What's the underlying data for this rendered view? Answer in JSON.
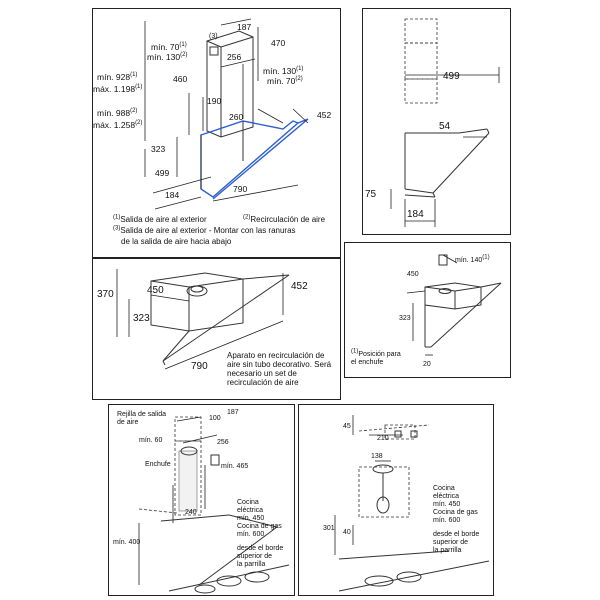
{
  "panel_main": {
    "dims": {
      "d187": "187",
      "d256": "256",
      "d470": "470",
      "d3": "(3)",
      "min70": "mín. 70",
      "min70_sup": "(1)",
      "min130": "mín. 130",
      "min130_sup": "(2)",
      "min928": "mín. 928",
      "min928_sup": "(1)",
      "max1198": "máx. 1.198",
      "max1198_sup": "(1)",
      "d460": "460",
      "d190": "190",
      "min130b": "mín. 130",
      "min130b_sup": "(1)",
      "min70b": "mín. 70",
      "min70b_sup": "(2)",
      "min988": "mín. 988",
      "min988_sup": "(2)",
      "max1258": "máx. 1.258",
      "max1258_sup": "(2)",
      "d260": "260",
      "d452": "452",
      "d323": "323",
      "d499": "499",
      "d184": "184",
      "d790": "790"
    },
    "legend": {
      "l1_sup": "(1)",
      "l1": "Salida de aire al exterior",
      "l2_sup": "(2)",
      "l2": "Recirculación de aire",
      "l3_sup": "(3)",
      "l3a": "Salida de aire al exterior - Montar con las ranuras",
      "l3b": "de la salida de aire hacia abajo"
    }
  },
  "panel_side": {
    "d499": "499",
    "d54": "54",
    "d75": "75",
    "d184": "184"
  },
  "panel_recirc": {
    "d370": "370",
    "d450": "450",
    "d452": "452",
    "d323": "323",
    "d790": "790",
    "note": [
      "Aparato en recirculación de",
      "aire sin tubo decorativo. Será",
      "necesario un set de",
      "recirculación de aire"
    ]
  },
  "panel_plug": {
    "min140": "mín. 140",
    "min140_sup": "(1)",
    "d450": "450",
    "d323": "323",
    "d20": "20",
    "note_sup": "(1)",
    "note": [
      "Posición para",
      "el enchufe"
    ]
  },
  "panel_bottom_left": {
    "rejilla": [
      "Rejilla de salida",
      "de aire"
    ],
    "min60": "mín. 60",
    "d100": "100",
    "d187": "187",
    "d256": "256",
    "enchufe": "Enchufe",
    "min465": "mín. 465",
    "d240": "240",
    "min400": "mín. 400",
    "cocina": [
      "Cocina",
      "eléctrica",
      "mín. 450",
      "Cocina de gas",
      "mín. 600"
    ],
    "borde": [
      "desde el borde",
      "superior de",
      "la parrilla"
    ]
  },
  "panel_bottom_right": {
    "d45": "45",
    "d210": "210",
    "d138": "138",
    "d301": "301",
    "d40": "40",
    "cocina": [
      "Cocina",
      "eléctrica",
      "mín. 450",
      "Cocina de gas",
      "mín. 600"
    ],
    "borde": [
      "desde el borde",
      "superior de",
      "la parrilla"
    ]
  }
}
